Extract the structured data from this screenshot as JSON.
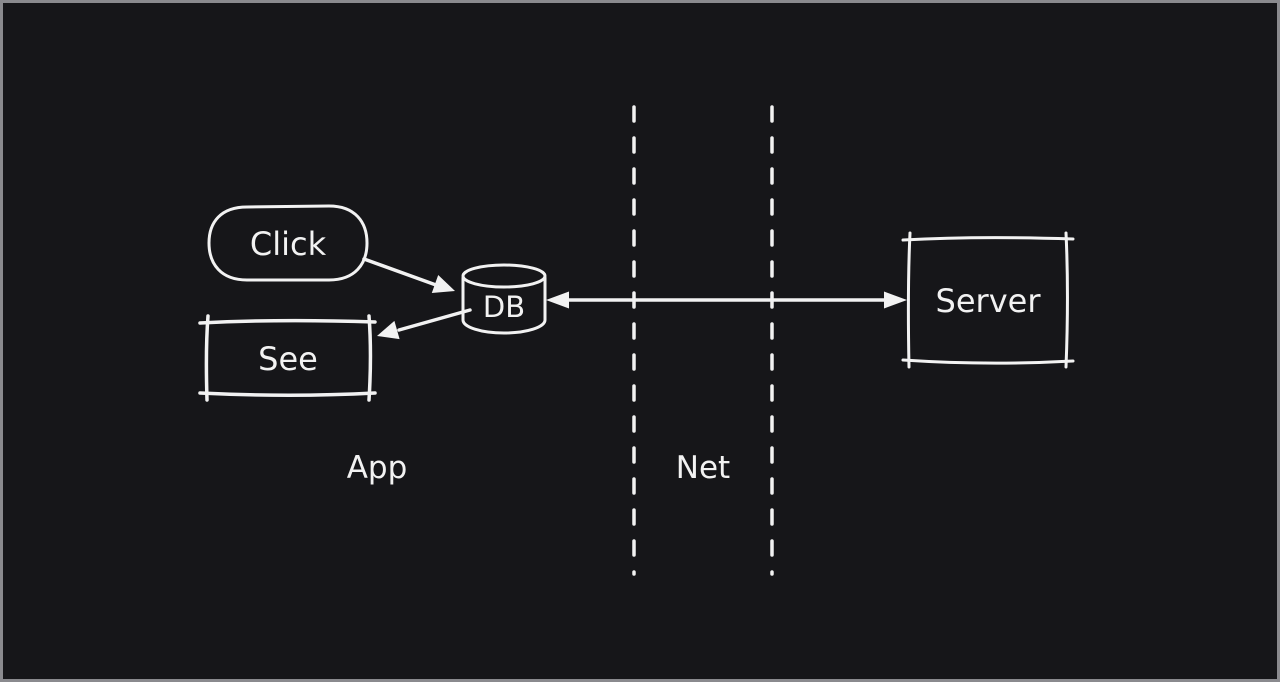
{
  "window": {
    "background_color": "#161619",
    "border_color": "#8a8a8e",
    "stroke_color": "#f2f2f2",
    "text_color": "#f2f2f2"
  },
  "diagram": {
    "style": "hand-drawn-dark",
    "nodes": {
      "click": {
        "label": "Click",
        "shape": "pill"
      },
      "db": {
        "label": "DB",
        "shape": "cylinder"
      },
      "see": {
        "label": "See",
        "shape": "rectangle"
      },
      "server": {
        "label": "Server",
        "shape": "rectangle"
      }
    },
    "zones": {
      "app": {
        "label": "App"
      },
      "net": {
        "label": "Net"
      }
    },
    "edges": [
      {
        "from": "Click",
        "to": "DB",
        "style": "arrow"
      },
      {
        "from": "DB",
        "to": "See",
        "style": "arrow"
      },
      {
        "from": "DB",
        "to": "Server",
        "style": "double-arrow"
      }
    ],
    "boundaries": {
      "style": "dashed-vertical",
      "count": 2
    }
  }
}
